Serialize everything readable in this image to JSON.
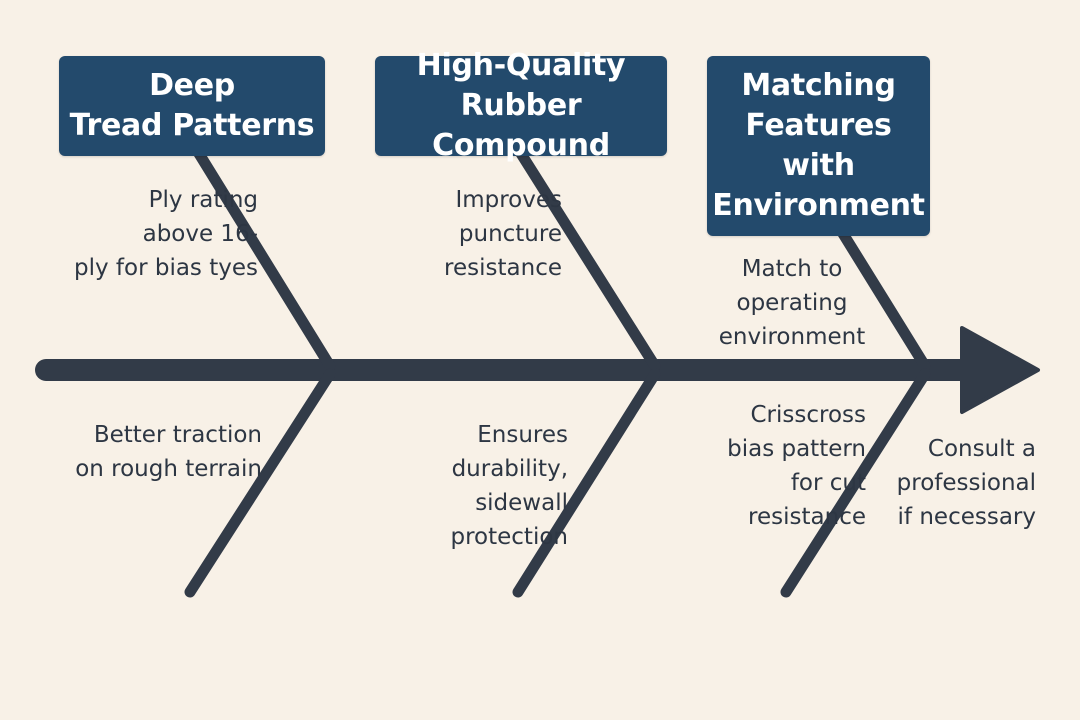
{
  "categories": [
    {
      "id": "tread",
      "lines": [
        "Deep",
        "Tread Patterns"
      ]
    },
    {
      "id": "rubber",
      "lines": [
        "High-Quality",
        "Rubber Compound"
      ]
    },
    {
      "id": "matching",
      "lines": [
        "Matching",
        "Features",
        "with",
        "Environment"
      ]
    }
  ],
  "notes": {
    "ply_rating": [
      "Ply rating",
      "above 16-",
      "ply for bias tyes"
    ],
    "traction": [
      "Better traction",
      "on rough terrain"
    ],
    "puncture": [
      "Improves",
      "puncture",
      "resistance"
    ],
    "durability": [
      "Ensures",
      "durability,",
      "sidewall",
      "protection"
    ],
    "operating_env": [
      "Match to",
      "operating",
      "environment"
    ],
    "crisscross": [
      "Crisscross",
      "bias pattern",
      "for cut",
      "resistance"
    ],
    "consult": [
      "Consult a",
      "professional",
      "if necessary"
    ]
  },
  "colors": {
    "box_fill": "#234a6c",
    "box_text": "#ffffff",
    "spine": "#323b48",
    "background": "#f8f1e7",
    "note_text": "#2d3643"
  }
}
